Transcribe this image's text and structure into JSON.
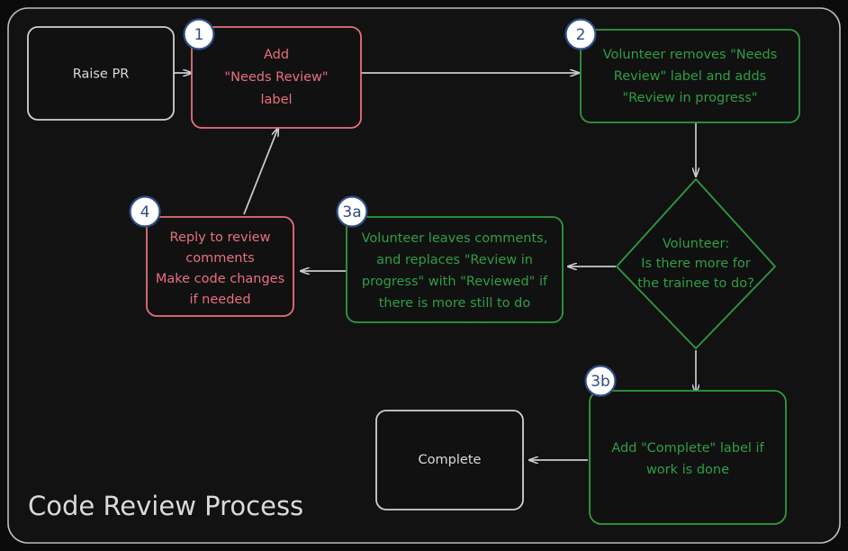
{
  "diagram": {
    "title": "Code Review Process",
    "colors": {
      "background": "#0b0b0c",
      "frame_fill": "#121212",
      "frame_stroke": "#b9bcc0",
      "neutral": "#cfd2d6",
      "red": "#e8707c",
      "green": "#2e9b3f",
      "edge": "#c8cbcf",
      "badge_fill": "#ffffff",
      "badge_stroke": "#2d4d85"
    },
    "nodes": [
      {
        "id": "raise-pr",
        "shape": "rounded-rect",
        "color": "neutral",
        "badge": "",
        "lines": [
          "Raise PR"
        ]
      },
      {
        "id": "add-needs-review-label",
        "shape": "rounded-rect",
        "color": "red",
        "badge": "1",
        "lines": [
          "Add",
          "\"Needs Review\"",
          "label"
        ]
      },
      {
        "id": "volunteer-removes-label",
        "shape": "rounded-rect",
        "color": "green",
        "badge": "2",
        "lines": [
          "Volunteer removes \"Needs",
          "Review\" label and adds",
          "\"Review in progress\""
        ]
      },
      {
        "id": "volunteer-decision",
        "shape": "diamond",
        "color": "green",
        "badge": "",
        "lines": [
          "Volunteer:",
          "Is there more for",
          "the trainee to do?"
        ]
      },
      {
        "id": "volunteer-leaves-comments",
        "shape": "rounded-rect",
        "color": "green",
        "badge": "3a",
        "lines": [
          "Volunteer leaves comments,",
          "and replaces \"Review in",
          "progress\" with \"Reviewed\" if",
          "there is more still to do"
        ]
      },
      {
        "id": "reply-to-review-comments",
        "shape": "rounded-rect",
        "color": "red",
        "badge": "4",
        "lines": [
          "Reply to review",
          "comments",
          "Make code changes",
          "if needed"
        ]
      },
      {
        "id": "add-complete-label",
        "shape": "rounded-rect",
        "color": "green",
        "badge": "3b",
        "lines": [
          "Add \"Complete\" label if",
          "work is done"
        ]
      },
      {
        "id": "complete",
        "shape": "rounded-rect",
        "color": "neutral",
        "badge": "",
        "lines": [
          "Complete"
        ]
      }
    ],
    "edges": [
      {
        "from": "raise-pr",
        "to": "add-needs-review-label",
        "label": ""
      },
      {
        "from": "add-needs-review-label",
        "to": "volunteer-removes-label",
        "label": ""
      },
      {
        "from": "volunteer-removes-label",
        "to": "volunteer-decision",
        "label": ""
      },
      {
        "from": "volunteer-decision",
        "to": "volunteer-leaves-comments",
        "label": ""
      },
      {
        "from": "volunteer-decision",
        "to": "add-complete-label",
        "label": ""
      },
      {
        "from": "volunteer-leaves-comments",
        "to": "reply-to-review-comments",
        "label": ""
      },
      {
        "from": "reply-to-review-comments",
        "to": "add-needs-review-label",
        "label": ""
      },
      {
        "from": "add-complete-label",
        "to": "complete",
        "label": ""
      }
    ]
  }
}
